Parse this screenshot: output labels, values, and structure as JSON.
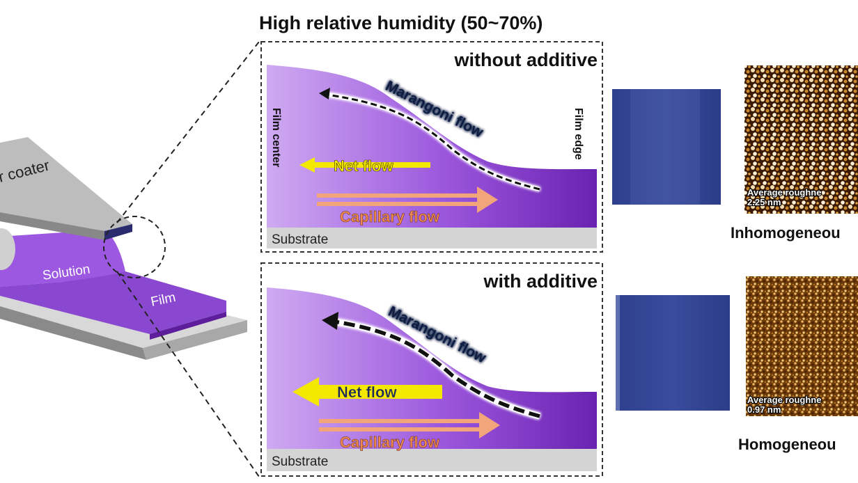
{
  "title": "High relative humidity (50~70%)",
  "coater": {
    "blade_label": "r coater",
    "solution_label": "Solution",
    "film_label": "Film"
  },
  "panels": [
    {
      "heading": "without additive",
      "film_center": "Film center",
      "film_edge": "Film edge",
      "marangoni": "Marangoni flow",
      "net_flow": "Net flow",
      "capillary": "Capillary flow",
      "substrate": "Substrate",
      "roughness_label": "Average roughne",
      "roughness_value": "2.25 nm",
      "morphology": "Inhomogeneou"
    },
    {
      "heading": "with additive",
      "marangoni": "Marangoni flow",
      "net_flow": "Net flow",
      "capillary": "Capillary flow",
      "substrate": "Substrate",
      "roughness_label": "Average roughne",
      "roughness_value": "0.97 nm",
      "morphology": "Homogeneou"
    }
  ],
  "colors": {
    "purple_light": "#c9a6ef",
    "purple_dark": "#6a22b0",
    "substrate": "#d4d4d4",
    "net_flow": "#f5e800",
    "capillary": "#f2a47a",
    "film_sample": "#2b3d8f"
  }
}
